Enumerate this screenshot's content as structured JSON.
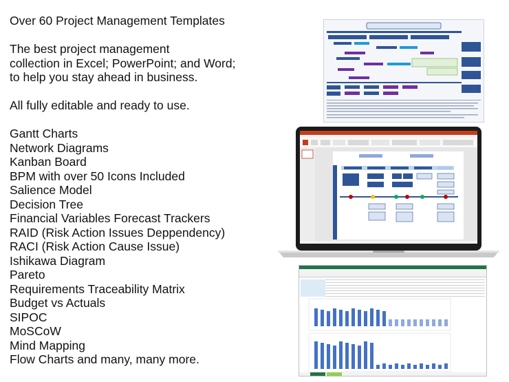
{
  "heading": "Over 60 Project Management Templates",
  "intro": [
    "The best project management",
    "collection in Excel; PowerPoint; and Word;",
    "to help you stay ahead in business."
  ],
  "editable": "All fully editable and ready to use.",
  "templates": [
    "Gantt Charts",
    "Network Diagrams",
    "Kanban Board",
    "BPM with over 50 Icons Included",
    "Salience Model",
    "Decision Tree",
    "Financial Variables Forecast Trackers",
    "RAID (Risk Action Issues Deppendency)",
    "RACI (Risk Action Cause Issue)",
    "Ishikawa Diagram",
    "Pareto",
    "Requirements Traceability Matrix",
    "Budget vs Actuals",
    "SIPOC",
    "MoSCoW",
    "Mind Mapping",
    "Flow Charts and many, many more."
  ],
  "colors": {
    "powerpoint_red": "#c43e1c",
    "excel_green": "#217346",
    "diagram_blue": "#2f5597",
    "bar_blue": "#4472c4"
  }
}
